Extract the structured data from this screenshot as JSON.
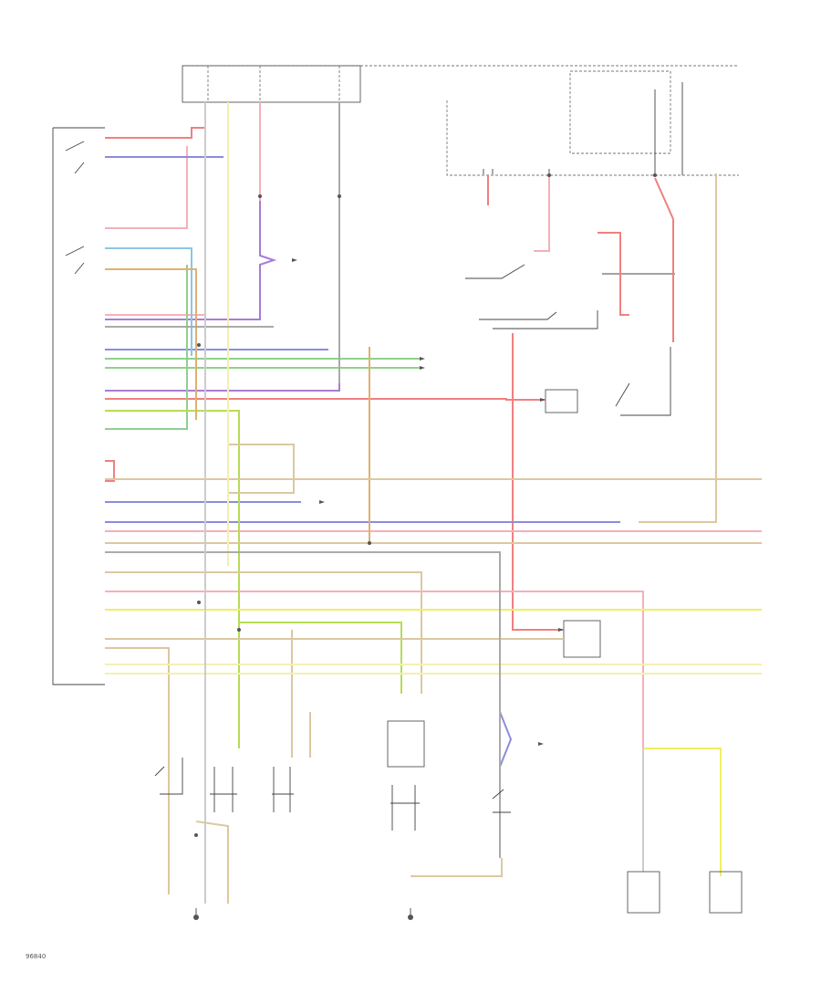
{
  "diagram_code": "96840",
  "colors": {
    "red": "#f08080",
    "pink": "#f4b0b8",
    "violet": "#a97bd6",
    "blue": "#8c8cdd",
    "light_blue": "#88c8e0",
    "green": "#8fd08f",
    "yellow_green": "#b6dc55",
    "orange": "#e0b070",
    "tan": "#dcc8a0",
    "yellow": "#f0f060",
    "light_yellow": "#f4f0b0",
    "grey": "#999999",
    "black": "#444444"
  },
  "icons": [
    "ground-symbol",
    "splice-dot",
    "switch-contact",
    "connector-arrow"
  ]
}
